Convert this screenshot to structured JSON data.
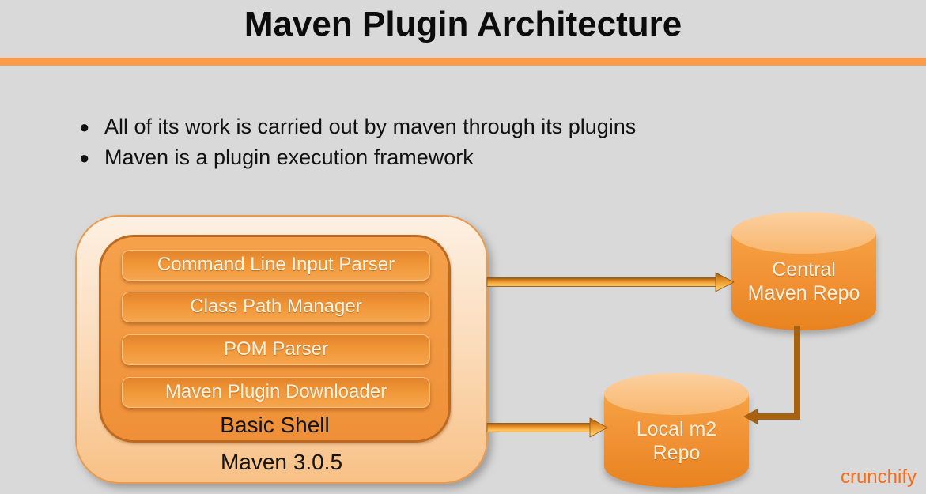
{
  "slide": {
    "title": "Maven Plugin Architecture",
    "bullets": [
      "All of its work is carried out by maven through its plugins",
      "Maven is a plugin execution framework"
    ],
    "watermark": "crunchify"
  },
  "diagram": {
    "maven_box": {
      "version_label": "Maven 3.0.5",
      "shell_label": "Basic Shell",
      "components": [
        "Command Line Input Parser",
        "Class Path Manager",
        "POM Parser",
        "Maven Plugin Downloader"
      ]
    },
    "central_repo_label": "Central Maven Repo",
    "local_repo_label": "Local m2 Repo",
    "colors": {
      "background_gray": "#D9D9D9",
      "accent_divider_orange": "#F89B4C",
      "outer_box_peach": "#FBDCBB",
      "inner_box_orange": "#F29A40",
      "button_orange": "#EF9435",
      "cylinder_orange": "#F09134",
      "connector_brown": "#A9600F",
      "watermark_orange": "#FB6A15"
    }
  }
}
